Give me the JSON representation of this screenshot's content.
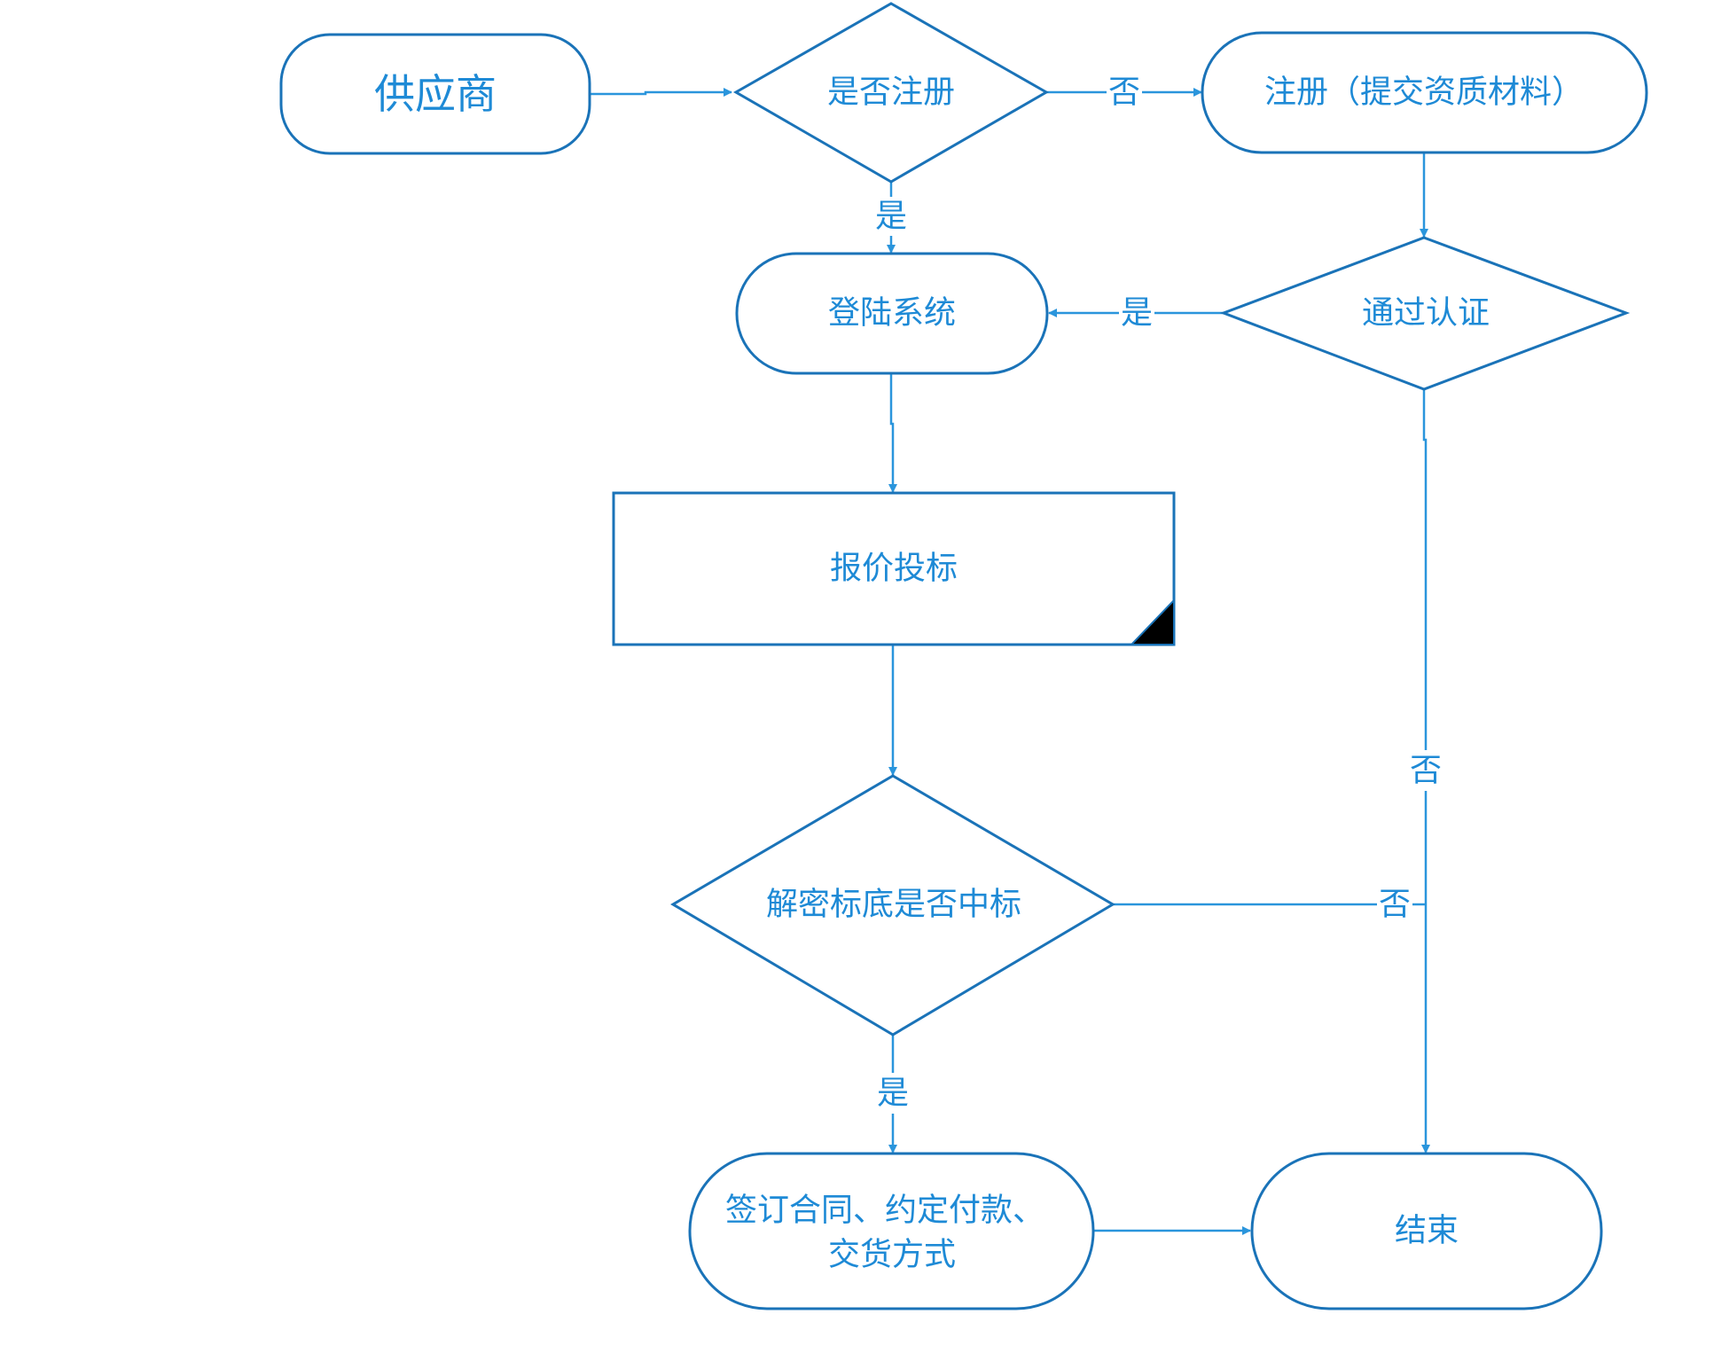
{
  "nodes": {
    "supplier": "供应商",
    "is_registered": "是否注册",
    "register": "注册（提交资质材料）",
    "login": "登陆系统",
    "pass_certification": "通过认证",
    "quote_bid": "报价投标",
    "decrypt_bid": "解密标底是否中标",
    "sign_contract_line1": "签订合同、约定付款、",
    "sign_contract_line2": "交货方式",
    "end": "结束"
  },
  "edge_labels": {
    "registered_no": "否",
    "registered_yes": "是",
    "certified_yes": "是",
    "certified_no": "否",
    "bid_no": "否",
    "bid_yes": "是"
  },
  "colors": {
    "node_stroke": "#1a73b8",
    "edge": "#2a95dc",
    "text": "#1e8ad6"
  }
}
